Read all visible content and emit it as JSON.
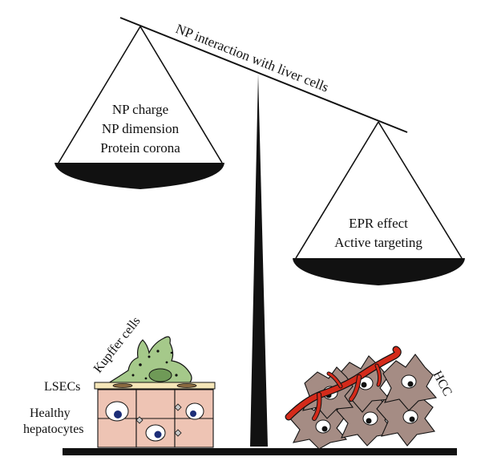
{
  "title": "NP interaction with liver cells",
  "left_pan": {
    "lines": [
      "NP charge",
      "NP dimension",
      "Protein corona"
    ]
  },
  "right_pan": {
    "lines": [
      "EPR effect",
      "Active targeting"
    ]
  },
  "labels": {
    "kupffer": "Kupffer cells",
    "lsecs": "LSECs",
    "hepatocytes_1": "Healthy",
    "hepatocytes_2": "hepatocytes",
    "hcc": "HCC"
  },
  "colors": {
    "ink": "#111111",
    "kupffer": "#a5c98a",
    "kupffer_dark": "#6f9a57",
    "lsec": "#f5e6b8",
    "hepatocyte": "#eec4b4",
    "hcc_cell": "#a58c84",
    "vessel": "#d42a1a"
  }
}
